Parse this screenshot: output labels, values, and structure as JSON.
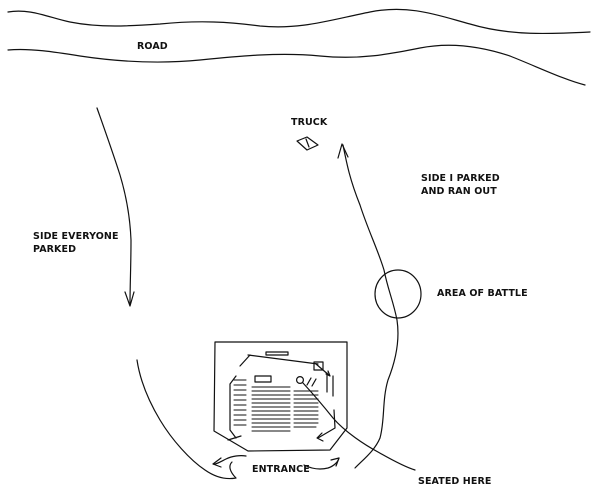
{
  "labels": {
    "road": "ROAD",
    "truck": "TRUCK",
    "side_i_parked": "SIDE I PARKED\nAND RAN OUT",
    "side_everyone_parked": "SIDE EVERYONE\nPARKED",
    "area_of_battle": "AREA OF BATTLE",
    "entrance": "ENTRANCE",
    "seated_here": "SEATED HERE"
  },
  "colors": {
    "ink": "#111111",
    "background": "#ffffff"
  }
}
